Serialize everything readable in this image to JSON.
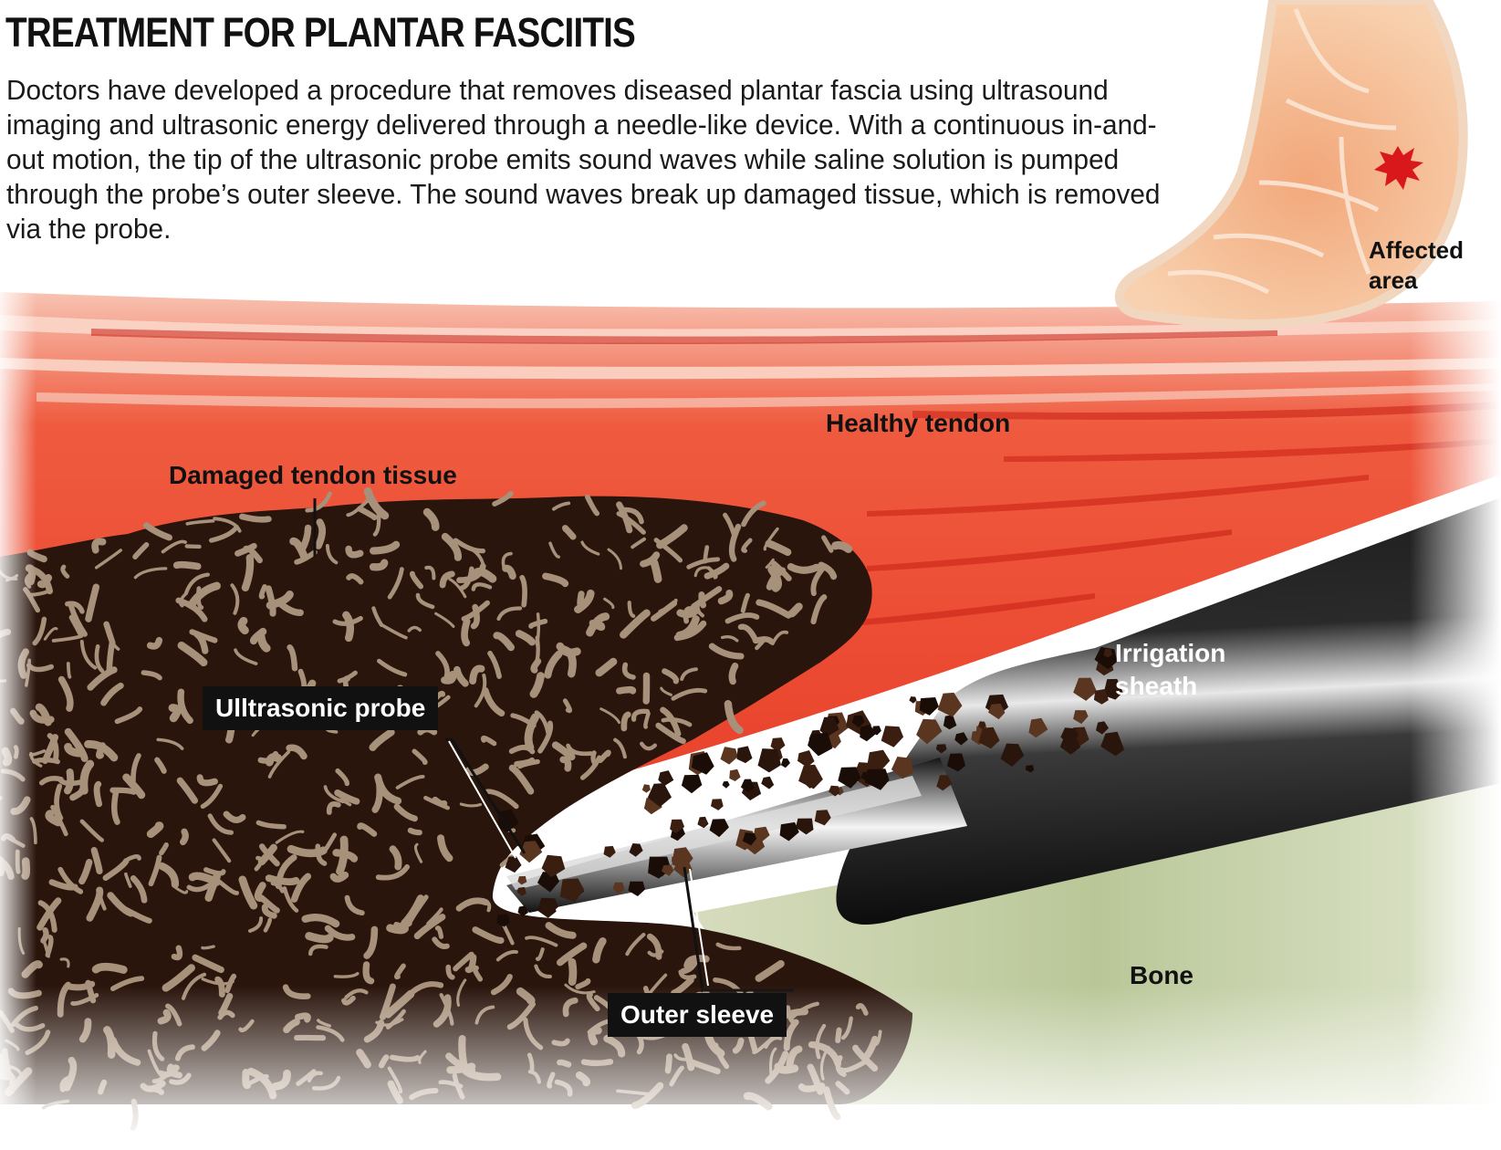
{
  "header": {
    "title": "TREATMENT FOR PLANTAR FASCIITIS",
    "description": "Doctors have developed a procedure that removes diseased plantar fascia using ultrasound imaging and ultrasonic energy delivered through a needle-like device. With a continuous in-and-out motion, the tip of the ultrasonic probe emits sound waves while saline solution is pumped through the probe’s outer sleeve. The sound waves break up damaged tissue, which is removed via the probe."
  },
  "labels": {
    "affected_area_line1": "Affected",
    "affected_area_line2": "area",
    "healthy_tendon": "Healthy tendon",
    "damaged_tendon": "Damaged tendon tissue",
    "ultrasonic_probe": "Ulltrasonic probe",
    "irrigation_sheath_line1": "Irrigation",
    "irrigation_sheath_line2": "sheath",
    "bone": "Bone",
    "outer_sleeve": "Outer sleeve"
  },
  "colors": {
    "tendon_red": "#e8412a",
    "tendon_light": "#f6b8a6",
    "damaged_dark": "#2a150c",
    "damaged_tan": "#a8917b",
    "bone_green": "#bfcca0",
    "probe_black": "#141414",
    "foot_skin": "#f3b98f",
    "burst_red": "#d9181c"
  },
  "icons": {
    "foot": "foot-illustration",
    "affected_marker": "starburst-icon"
  }
}
